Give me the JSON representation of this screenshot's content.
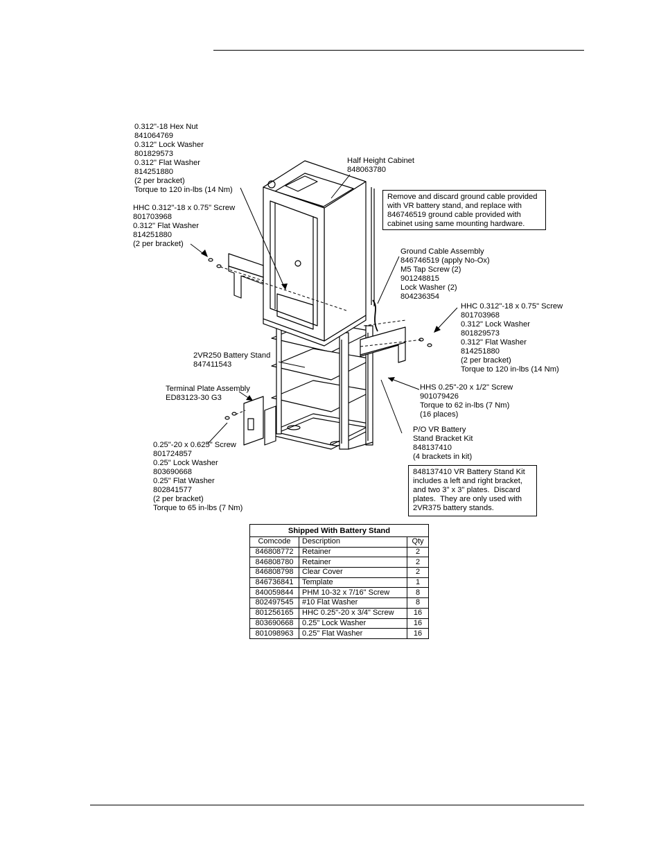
{
  "callouts": {
    "hex_nut": "0.312\"-18 Hex Nut\n841064769\n0.312\" Lock Washer\n801829573\n0.312\" Flat Washer\n814251880\n(2 per bracket)\nTorque to 120 in-lbs (14 Nm)",
    "hhc_left": "HHC 0.312\"-18 x 0.75\" Screw\n801703968\n0.312\" Flat Washer\n814251880\n(2 per bracket)",
    "cabinet": "Half Height Cabinet\n848063780",
    "ground_cable": "Ground Cable Assembly\n846746519 (apply No-Ox)\nM5 Tap Screw (2)\n901248815\nLock Washer (2)\n804236354",
    "hhc_right": "HHC 0.312\"-18 x 0.75\" Screw\n801703968\n0.312\" Lock Washer\n801829573\n0.312\" Flat Washer\n814251880\n(2 per bracket)\nTorque to 120 in-lbs (14 Nm)",
    "battery_stand": "2VR250 Battery Stand\n847411543",
    "terminal_plate": "Terminal Plate Assembly\nED83123-30 G3",
    "hhs": "HHS 0.25\"-20 x 1/2\" Screw\n901079426\nTorque to 62 in-lbs (7 Nm)\n(16 places)",
    "bracket_kit": "P/O VR Battery\nStand Bracket Kit\n848137410\n(4 brackets in kit)",
    "screw_0625": "0.25\"-20 x 0.625\" Screw\n801724857\n0.25\" Lock Washer\n803690668\n0.25\" Flat Washer\n802841577\n(2 per bracket)\nTorque to 65 in-lbs (7 Nm)"
  },
  "notes": {
    "ground_note": "Remove and discard ground cable provided\nwith VR battery stand, and replace with\n846746519 ground cable provided with\ncabinet using same mounting hardware.",
    "kit_note": "848137410 VR Battery Stand Kit\nincludes a left and right bracket,\nand two 3\" x 3\" plates.  Discard\nplates.  They are only used with\n2VR375 battery stands."
  },
  "table": {
    "title": "Shipped With Battery Stand",
    "headers": [
      "Comcode",
      "Description",
      "Qty"
    ],
    "rows": [
      [
        "846808772",
        "Retainer",
        "2"
      ],
      [
        "846808780",
        "Retainer",
        "2"
      ],
      [
        "846808798",
        "Clear Cover",
        "2"
      ],
      [
        "846736841",
        "Template",
        "1"
      ],
      [
        "840059844",
        "PHM 10-32 x 7/16\" Screw",
        "8"
      ],
      [
        "802497545",
        "#10 Flat Washer",
        "8"
      ],
      [
        "801256165",
        "HHC 0.25\"-20 x 3/4\" Screw",
        "16"
      ],
      [
        "803690668",
        "0.25\" Lock Washer",
        "16"
      ],
      [
        "801098963",
        "0.25\" Flat Washer",
        "16"
      ]
    ]
  }
}
